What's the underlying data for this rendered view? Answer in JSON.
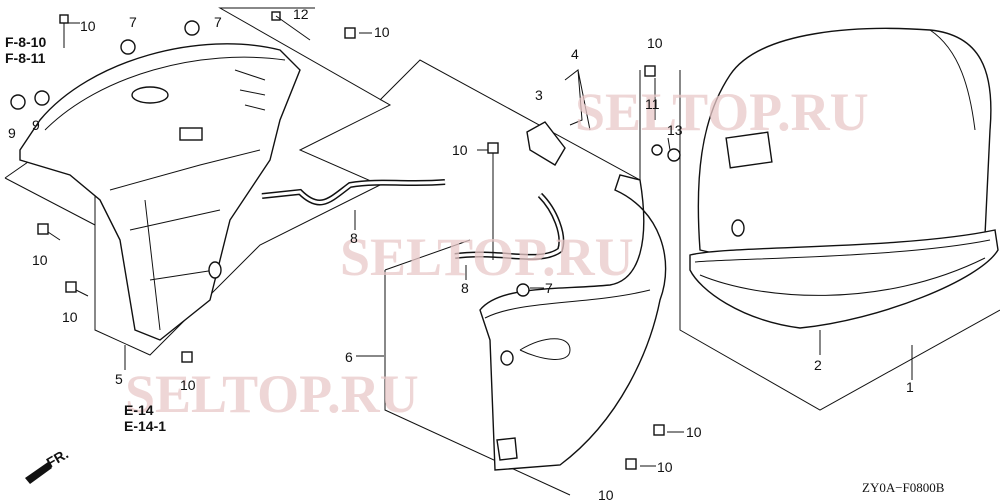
{
  "diagram": {
    "references": [
      "F-8-10",
      "F-8-11",
      "E-14",
      "E-14-1"
    ],
    "front_marker": "FR.",
    "drawing_code": "ZY0A−F0800B",
    "watermark": "SELTOP.RU",
    "callouts": {
      "c10a": "10",
      "c9a": "9",
      "c9b": "9",
      "c7a": "7",
      "c7b": "7",
      "c12": "12",
      "c10b": "10",
      "c4": "4",
      "c10c": "10",
      "c3": "3",
      "c10d": "10",
      "c11": "11",
      "c13": "13",
      "c8a": "8",
      "c10e": "10",
      "c8b": "8",
      "c7c": "7",
      "c10f": "10",
      "c5": "5",
      "c6": "6",
      "c2": "2",
      "c1": "1",
      "c10g": "10",
      "c10h": "10",
      "c10i": "10",
      "c10j": "10"
    }
  }
}
